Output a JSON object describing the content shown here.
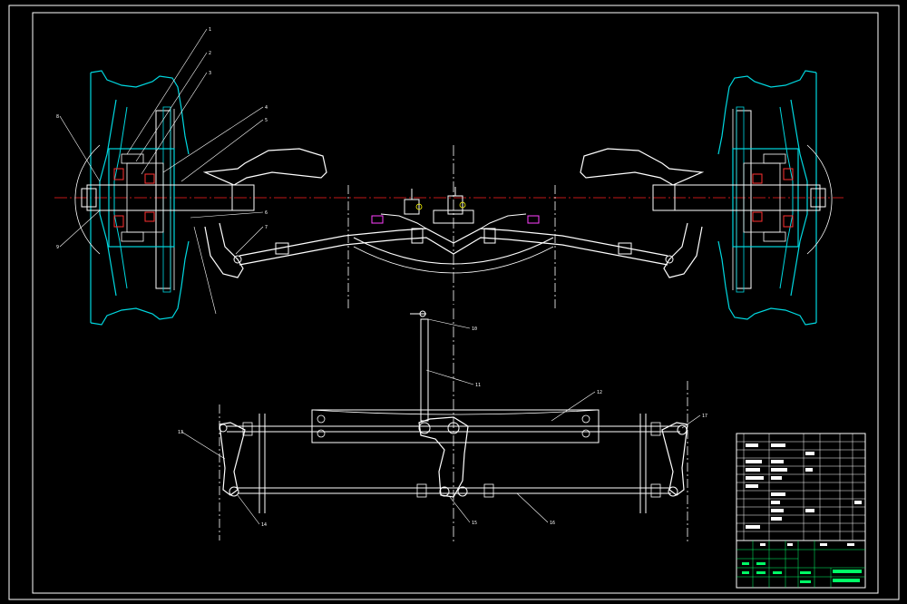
{
  "colors": {
    "background": "#000000",
    "outline": "#ffffff",
    "cyan": "#00d8e0",
    "red": "#ff3030",
    "magenta": "#ff40ff",
    "green": "#00ff66",
    "yellow": "#ffff00",
    "centerline": "#ff2020"
  },
  "balloons": {
    "top_left": [
      "1",
      "2",
      "3",
      "4",
      "5",
      "6",
      "7",
      "8",
      "9"
    ],
    "steering": [
      "10",
      "11",
      "12",
      "13",
      "14",
      "15",
      "16",
      "17"
    ]
  },
  "title_block": {
    "rows": [
      "",
      "",
      "",
      "",
      "",
      "",
      "",
      "",
      "",
      "",
      "",
      "",
      ""
    ],
    "header": [
      "",
      "",
      "",
      "",
      ""
    ],
    "title": "",
    "drawing_no": ""
  }
}
